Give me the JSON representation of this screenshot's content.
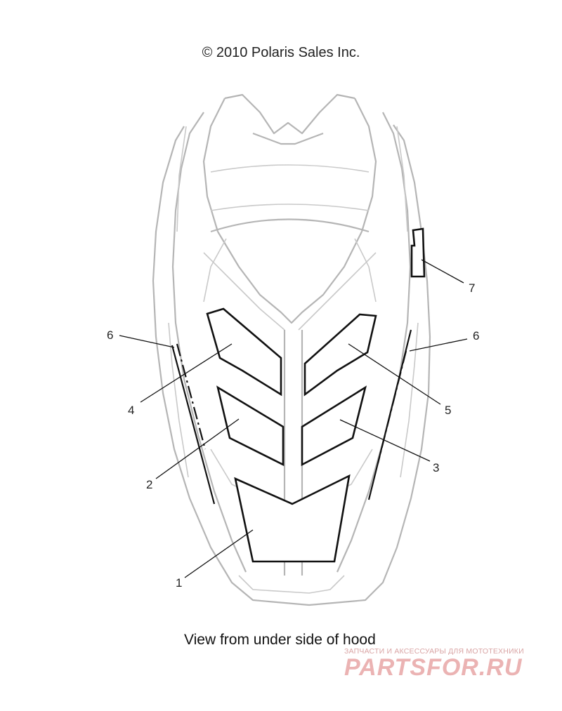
{
  "copyright": "© 2010 Polaris Sales Inc.",
  "caption": "View from under side of hood",
  "watermark": {
    "tagline": "ЗАПЧАСТИ И АКСЕССУАРЫ ДЛЯ МОТОТЕХНИКИ",
    "logo": "PARTSFOR.RU"
  },
  "callouts": [
    "1",
    "2",
    "3",
    "4",
    "5",
    "6",
    "6",
    "7"
  ],
  "colors": {
    "hood_lines": "#b5b5b5",
    "decal_outline": "#111111",
    "watermark": "#ebb3b3"
  }
}
